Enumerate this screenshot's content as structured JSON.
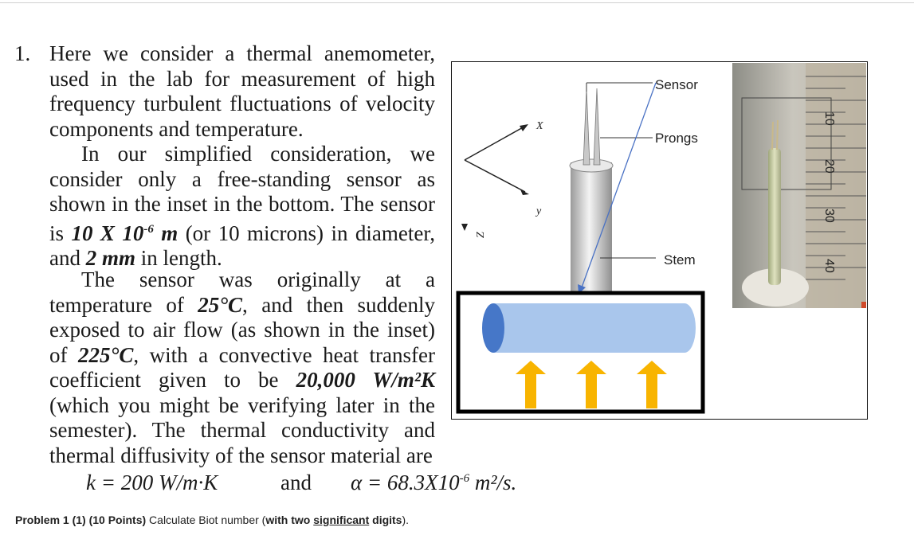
{
  "problem_number": "1.",
  "paragraph1": [
    "Here we consider a thermal anemometer,",
    "used in the lab for measurement of high",
    "frequency turbulent fluctuations of velocity",
    "components and temperature."
  ],
  "paragraph2": {
    "line1": "In our simplified consideration, we",
    "line2": "consider only a free-standing sensor as",
    "line3": "shown in the inset in the bottom. The sensor",
    "line4_pre": "is ",
    "line4_bold": "10 X 10",
    "line4_exp": "-6",
    "line4_unit": " m",
    "line4_post": " (or 10 microns) in diameter,",
    "line5_pre": "and ",
    "line5_bold": "2 mm",
    "line5_post": " in length."
  },
  "paragraph3": {
    "line1": "The sensor was originally at a",
    "line2_pre": "temperature of ",
    "line2_bold": "25°C",
    "line2_post": ", and then suddenly",
    "line3": "exposed to air flow (as shown in the inset)",
    "line4_pre": "of ",
    "line4_bold": "225°C",
    "line4_post": ", with a convective heat transfer",
    "line5_pre": "coefficient given to be ",
    "line5_bold": "20,000 W/m²K",
    "line6": "(which you might be verifying later in the",
    "line7": "semester). The thermal conductivity and",
    "line8": "thermal diffusivity of the sensor material are"
  },
  "formula": {
    "k": "k = 200 W/m·K",
    "and": "and",
    "alpha_pre": "α = 68.3X10",
    "alpha_exp": "-6",
    "alpha_post": " m²/s."
  },
  "problem_prompt": {
    "bold_prefix": "Problem 1 (1) (10 Points)",
    "text": " Calculate Biot number (",
    "bold_with": "with two ",
    "underlined": "significant",
    "bold_digits": " digits",
    "close": ")."
  },
  "figure": {
    "labels": {
      "sensor": "Sensor",
      "prongs": "Prongs",
      "stem": "Stem",
      "x_axis": "X",
      "y_axis": "y",
      "z_axis": "Z"
    },
    "ruler_numbers": [
      "10",
      "20",
      "30",
      "40"
    ],
    "colors": {
      "cylinder_body": "#a9c6ec",
      "cylinder_end": "#4677c8",
      "flow_arrows": "#f8b400",
      "pointer_line": "#4a72c4"
    }
  }
}
